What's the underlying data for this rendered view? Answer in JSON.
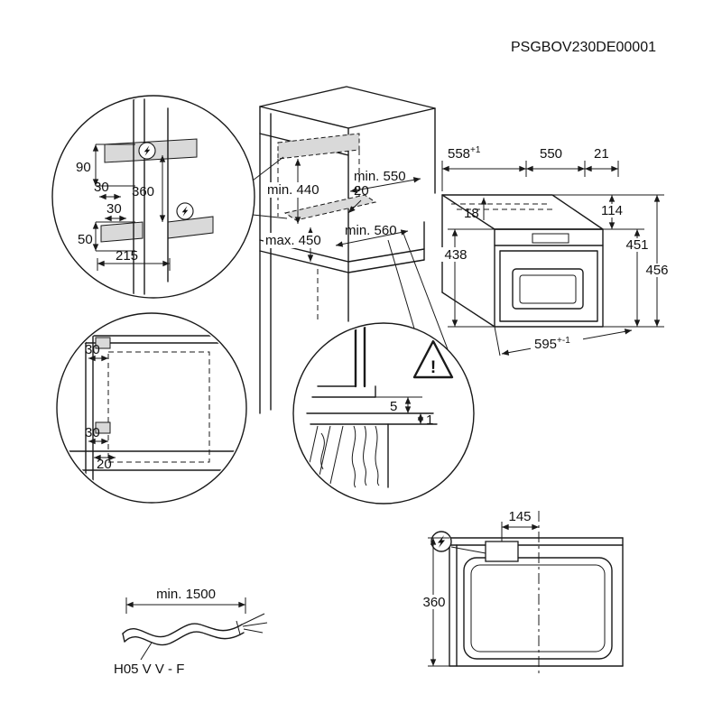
{
  "doc_code": "PSGBOV230DE00001",
  "niche_detail": {
    "d90": "90",
    "d30_top": "30",
    "d360": "360",
    "d30_mid": "30",
    "d50": "50",
    "d215": "215"
  },
  "cabinet": {
    "min550": "min. 550",
    "min440": "min. 440",
    "d20": "20",
    "max450": "max. 450",
    "min560": "min. 560"
  },
  "oven": {
    "d558": "558",
    "d558_tol": "+1",
    "d550": "550",
    "d21": "21",
    "d18": "18",
    "d114": "114",
    "d438": "438",
    "d451": "451",
    "d456": "456",
    "d595": "595",
    "d595_tol": "+-1"
  },
  "front_detail": {
    "d30_top": "30",
    "d30_bottom": "30",
    "d20": "20"
  },
  "gap_detail": {
    "d5": "5",
    "d1": "1",
    "warning_mark": "!"
  },
  "cable": {
    "min_length": "min. 1500",
    "type_label": "H05 V V - F"
  },
  "top_view": {
    "d145": "145",
    "d360": "360"
  },
  "colors": {
    "line": "#1a1a1a",
    "fill_gray": "#d9d9d9",
    "background": "#ffffff"
  }
}
